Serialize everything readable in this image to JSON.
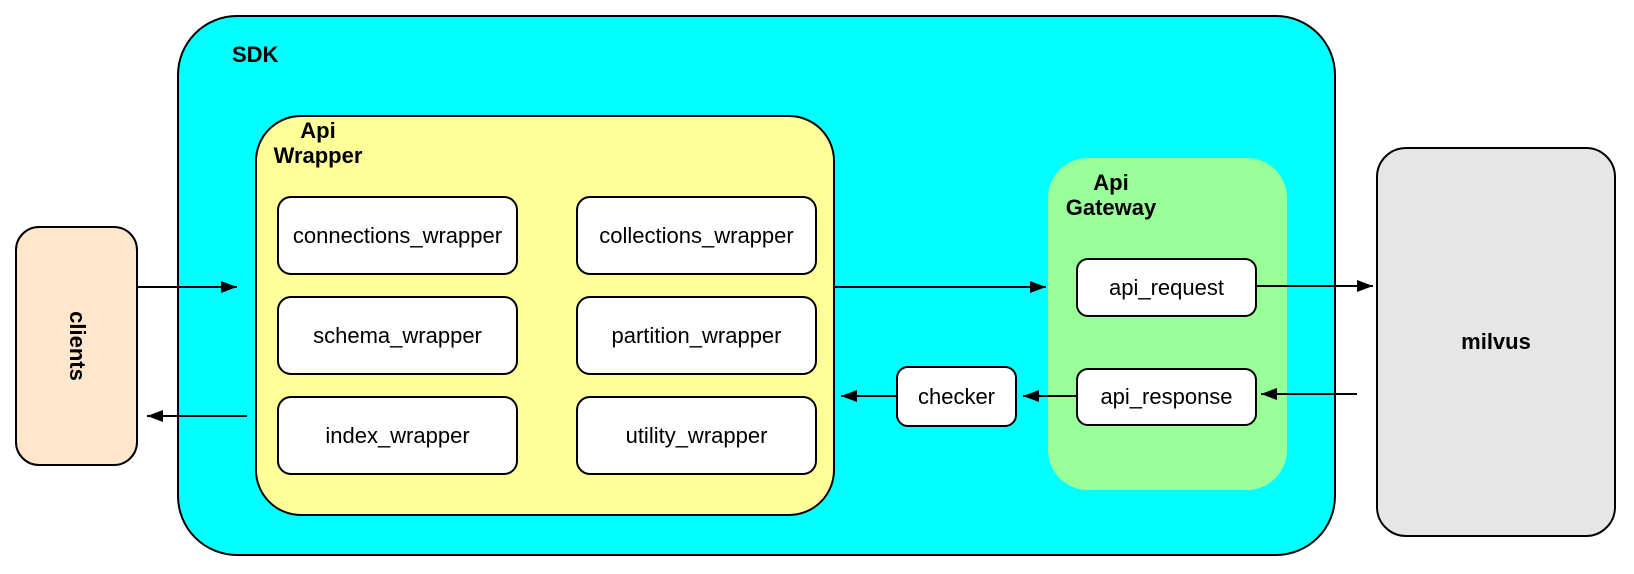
{
  "diagram_type": "architecture-flowchart",
  "colors": {
    "sdk_fill": "#00FFFF",
    "api_wrapper_fill": "#FFFF99",
    "api_gateway_fill": "#99FF99",
    "clients_fill": "#FFE6CC",
    "milvus_fill": "#E6E6E6",
    "leaf_box_fill": "#FFFFFF",
    "border": "#000000",
    "background": "#FFFFFF"
  },
  "nodes": {
    "clients": {
      "label": "clients",
      "text_rotation_deg": 90
    },
    "sdk": {
      "label": "SDK"
    },
    "api_wrapper": {
      "label": "Api Wrapper",
      "line1": "Api",
      "line2": "Wrapper"
    },
    "wrappers": [
      {
        "label": "connections_wrapper"
      },
      {
        "label": "collections_wrapper"
      },
      {
        "label": "schema_wrapper"
      },
      {
        "label": "partition_wrapper"
      },
      {
        "label": "index_wrapper"
      },
      {
        "label": "utility_wrapper"
      }
    ],
    "api_gateway": {
      "label": "Api Gateway",
      "line1": "Api",
      "line2": "Gateway"
    },
    "api_request": {
      "label": "api_request"
    },
    "api_response": {
      "label": "api_response"
    },
    "checker": {
      "label": "checker"
    },
    "milvus": {
      "label": "milvus"
    }
  },
  "edges": [
    {
      "from": "clients",
      "to": "sdk"
    },
    {
      "from": "sdk",
      "to": "clients"
    },
    {
      "from": "api_wrapper",
      "to": "api_gateway"
    },
    {
      "from": "api_request",
      "to": "milvus"
    },
    {
      "from": "milvus",
      "to": "api_response"
    },
    {
      "from": "api_response",
      "to": "checker"
    },
    {
      "from": "checker",
      "to": "api_wrapper"
    }
  ]
}
